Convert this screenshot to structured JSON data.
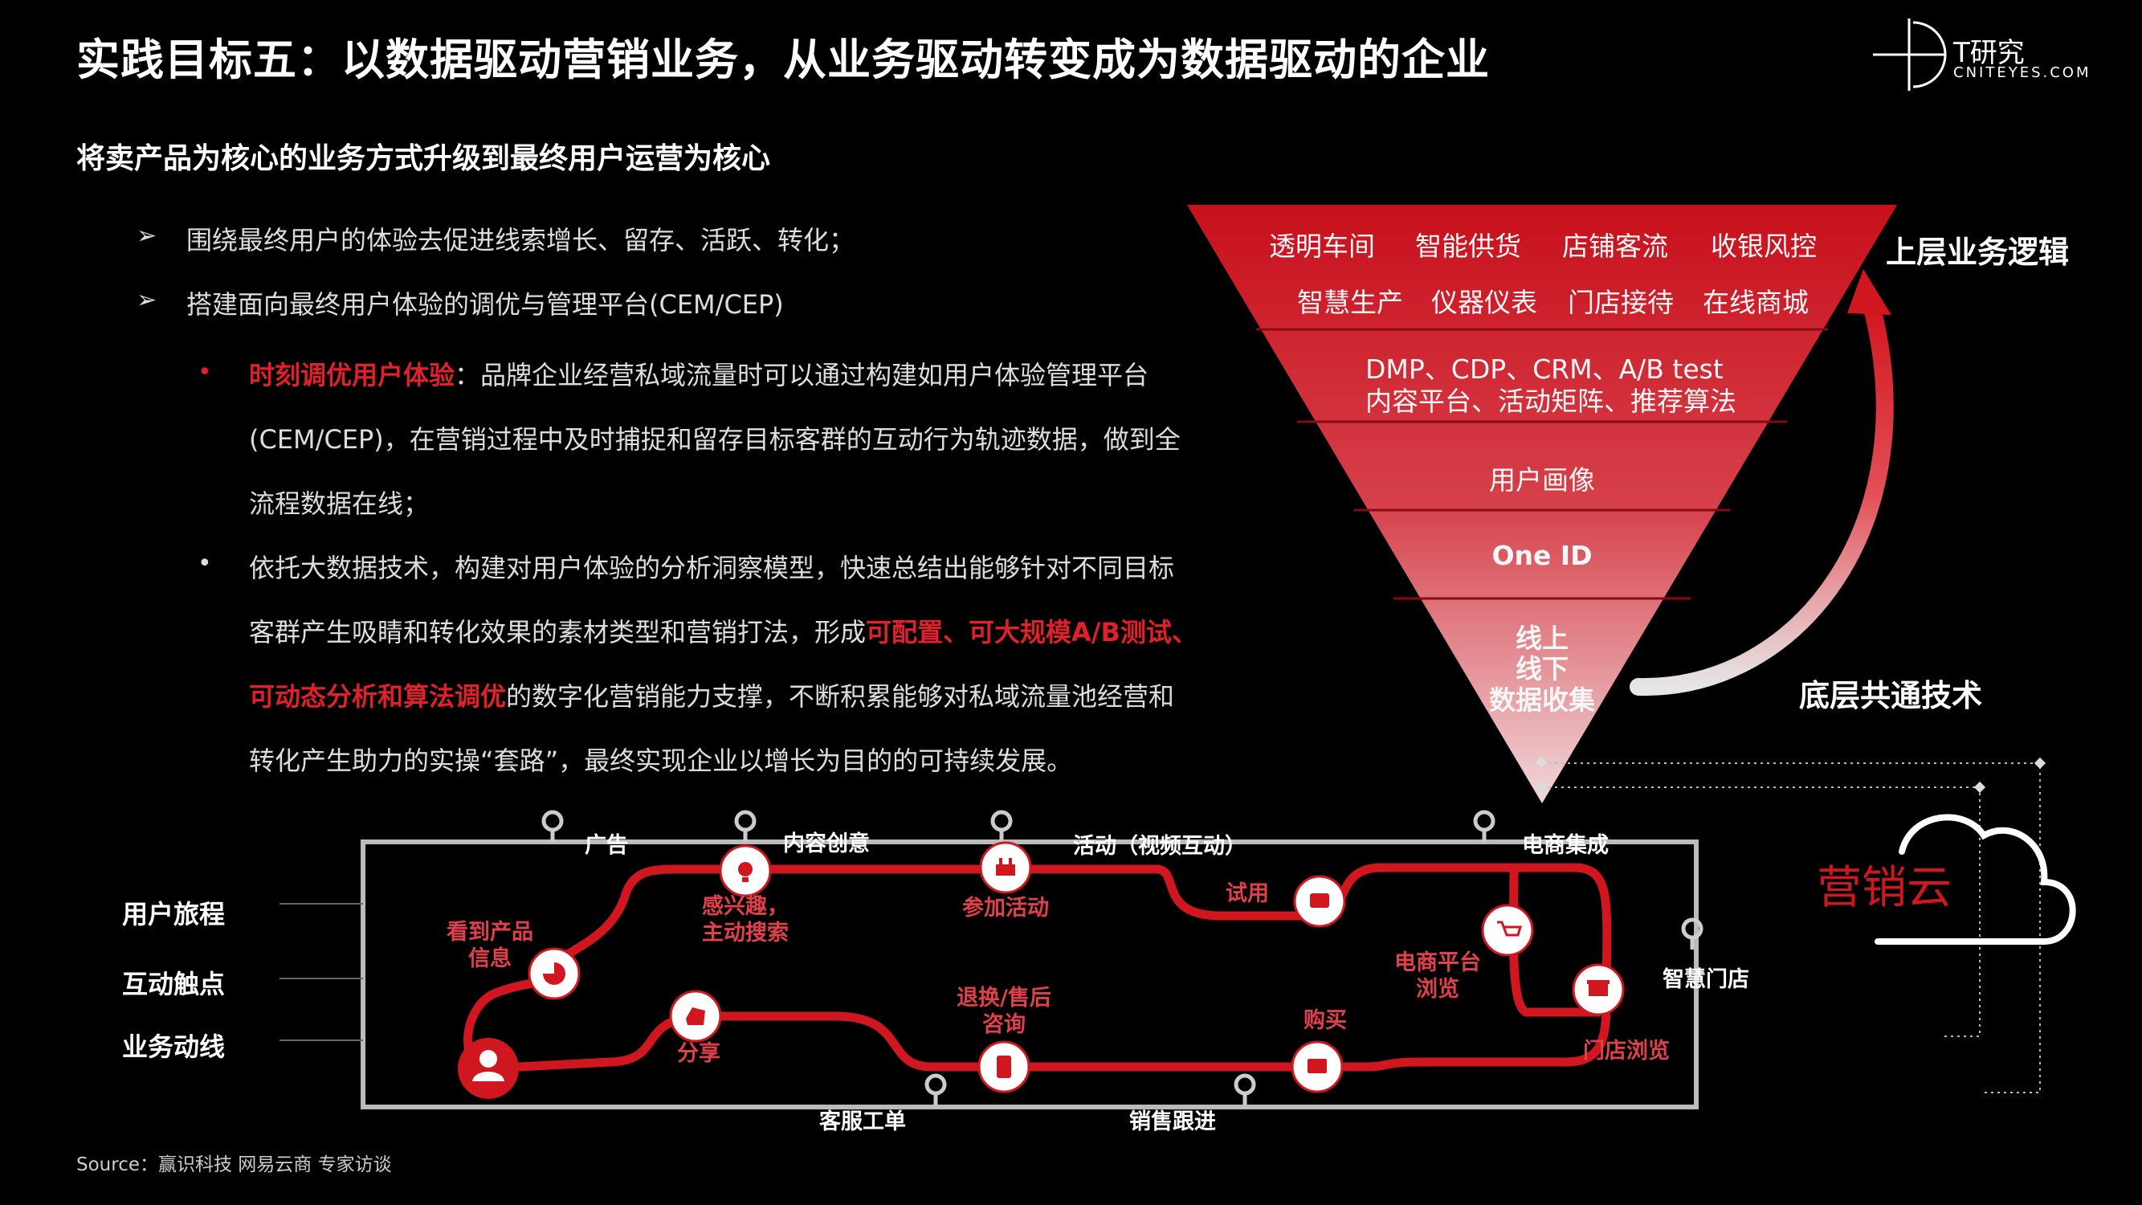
{
  "header": {
    "title": "实践目标五：以数据驱动营销业务，从业务驱动转变成为数据驱动的企业",
    "brand_name": "T研究",
    "brand_domain": "CNITEYES.COM"
  },
  "subtitle": "将卖产品为核心的业务方式升级到最终用户运营为核心",
  "bullets": [
    "围绕最终用户的体验去促进线索增长、留存、活跃、转化；",
    "搭建面向最终用户体验的调优与管理平台(CEM/CEP)"
  ],
  "detail1": {
    "highlight": "时刻调优用户体验",
    "line1_rest": "：品牌企业经营私域流量时可以通过构建如用户体验管理平台",
    "line2": "(CEM/CEP)，在营销过程中及时捕捉和留存目标客群的互动行为轨迹数据，做到全",
    "line3": "流程数据在线；"
  },
  "detail2": {
    "line1": "依托大数据技术，构建对用户体验的分析洞察模型，快速总结出能够针对不同目标",
    "line2_pre": "客群产生吸睛和转化效果的素材类型和营销打法，形成",
    "line2_red": "可配置、可大规模A/B测试、",
    "line3_red": "可动态分析和算法调优",
    "line3_rest": "的数字化营销能力支撑，不断积累能够对私域流量池经营和",
    "line4": "转化产生助力的实操“套路”，最终实现企业以增长为目的的可持续发展。"
  },
  "funnel": {
    "row1": [
      "透明车间",
      "智能供货",
      "店铺客流",
      "收银风控"
    ],
    "row2": [
      "智慧生产",
      "仪器仪表",
      "门店接待",
      "在线商城"
    ],
    "layer2_line1": "DMP、CDP、CRM、A/B test",
    "layer2_line2": "内容平台、活动矩阵、推荐算法",
    "layer3": "用户画像",
    "layer4": "One ID",
    "layer5_line1": "线上",
    "layer5_line2": "线下",
    "layer5_line3": "数据收集",
    "top_label": "上层业务逻辑",
    "bottom_label": "底层共通技术"
  },
  "cloud_label": "营销云",
  "journey": {
    "row_labels": [
      "用户旅程",
      "互动触点",
      "业务动线"
    ],
    "channels": [
      "广告",
      "内容创意",
      "活动（视频互动）",
      "电商集成",
      "智慧门店",
      "客服工单",
      "销售跟进"
    ],
    "nodes": [
      "看到产品信息",
      "感兴趣，主动搜索",
      "参加活动",
      "试用",
      "电商平台浏览",
      "门店浏览",
      "购买",
      "退换/售后咨询",
      "分享"
    ],
    "node_lines": {
      "see": [
        "看到产品",
        "信息"
      ],
      "interest": [
        "感兴趣，",
        "主动搜索"
      ],
      "activity": [
        "参加活动"
      ],
      "trial": [
        "试用"
      ],
      "ecom": [
        "电商平台",
        "浏览"
      ],
      "store": [
        "门店浏览"
      ],
      "buy": [
        "购买"
      ],
      "service": [
        "退换/售后",
        "咨询"
      ],
      "share": [
        "分享"
      ]
    }
  },
  "source": "Source：赢识科技 网易云商 专家访谈",
  "colors": {
    "accent": "#e0202a",
    "background": "#000000",
    "track": "#d0161e"
  }
}
